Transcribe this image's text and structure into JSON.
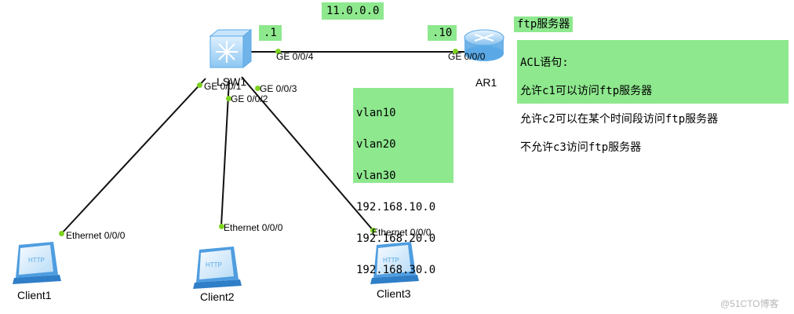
{
  "network_note": "11.0.0.0",
  "switch": {
    "name": "LSW1",
    "ip_suffix": ".1",
    "ports": {
      "g4": "GE 0/0/4",
      "g1": "GE 0/0/1",
      "g2": "GE 0/0/2",
      "g3": "GE 0/0/3"
    }
  },
  "router": {
    "name": "AR1",
    "ip_suffix": ".10",
    "port": "GE 0/0/0"
  },
  "ftp_note": "ftp服务器",
  "acl_note": {
    "lines": [
      "ACL语句:",
      "允许c1可以访问ftp服务器",
      "允许c2可以在某个时间段访问ftp服务器",
      "不允许c3访问ftp服务器"
    ]
  },
  "vlan_note": {
    "lines": [
      "vlan10",
      "vlan20",
      "vlan30",
      "192.168.10.0",
      "192.168.20.0",
      "192.168.30.0"
    ]
  },
  "clients": [
    {
      "name": "Client1",
      "port": "Ethernet 0/0/0",
      "screen_text": "HTTP"
    },
    {
      "name": "Client2",
      "port": "Ethernet 0/0/0",
      "screen_text": "HTTP"
    },
    {
      "name": "Client3",
      "port": "Ethernet 0/0/0",
      "screen_text": "HTTP"
    }
  ],
  "watermark": "@51CTO博客",
  "colors": {
    "note_bg": "#8ee88e",
    "link_dot": "#7ed321",
    "device_blue": "#5aa9e6"
  }
}
